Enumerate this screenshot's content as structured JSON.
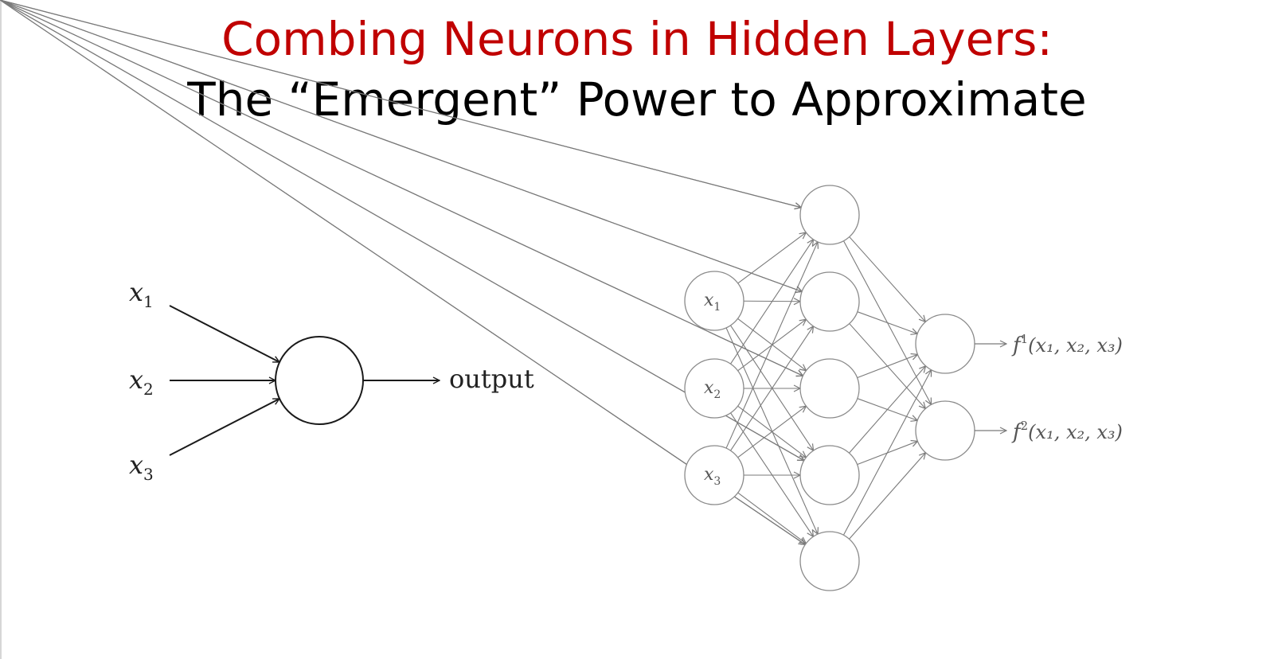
{
  "title": {
    "line1": "Combing Neurons in Hidden Layers:",
    "line2": "The “Emergent” Power to Approximate"
  },
  "colors": {
    "title_accent": "#c00000",
    "title_main": "#000000",
    "diagram_stroke_left": "#1a1a1a",
    "diagram_stroke_right": "#7a7a7a"
  },
  "single_neuron": {
    "inputs": [
      {
        "var": "x",
        "sub": "1"
      },
      {
        "var": "x",
        "sub": "2"
      },
      {
        "var": "x",
        "sub": "3"
      }
    ],
    "output_label": "output"
  },
  "network": {
    "input_layer": [
      {
        "var": "x",
        "sub": "1"
      },
      {
        "var": "x",
        "sub": "2"
      },
      {
        "var": "x",
        "sub": "3"
      }
    ],
    "hidden_layer_size": 5,
    "output_layer": [
      {
        "fn": "f",
        "sup": "1",
        "args": "(x₁, x₂, x₃)"
      },
      {
        "fn": "f",
        "sup": "2",
        "args": "(x₁, x₂, x₃)"
      }
    ]
  }
}
